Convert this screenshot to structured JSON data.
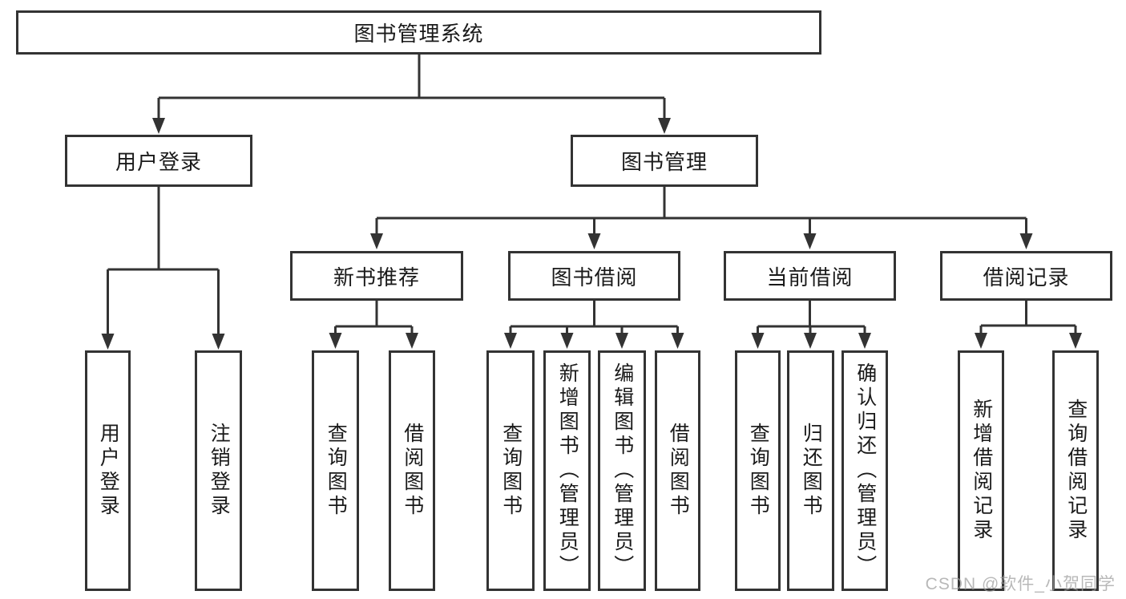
{
  "watermark": "CSDN @软件_小贺同学",
  "colors": {
    "line": "#333333",
    "box_border": "#333333",
    "text": "#1a1a1a",
    "watermark_gray": "#9e9e9e",
    "background": "#ffffff"
  },
  "tree": {
    "label": "图书管理系统",
    "children": [
      {
        "label": "用户登录",
        "children": [
          {
            "label": "用户登录"
          },
          {
            "label": "注销登录"
          }
        ]
      },
      {
        "label": "图书管理",
        "children": [
          {
            "label": "新书推荐",
            "children": [
              {
                "label": "查询图书"
              },
              {
                "label": "借阅图书"
              }
            ]
          },
          {
            "label": "图书借阅",
            "children": [
              {
                "label": "查询图书"
              },
              {
                "label": "新增图书（管理员）"
              },
              {
                "label": "编辑图书（管理员）"
              },
              {
                "label": "借阅图书"
              }
            ]
          },
          {
            "label": "当前借阅",
            "children": [
              {
                "label": "查询图书"
              },
              {
                "label": "归还图书"
              },
              {
                "label": "确认归还（管理员）"
              }
            ]
          },
          {
            "label": "借阅记录",
            "children": [
              {
                "label": "新增借阅记录"
              },
              {
                "label": "查询借阅记录"
              }
            ]
          }
        ]
      }
    ]
  }
}
